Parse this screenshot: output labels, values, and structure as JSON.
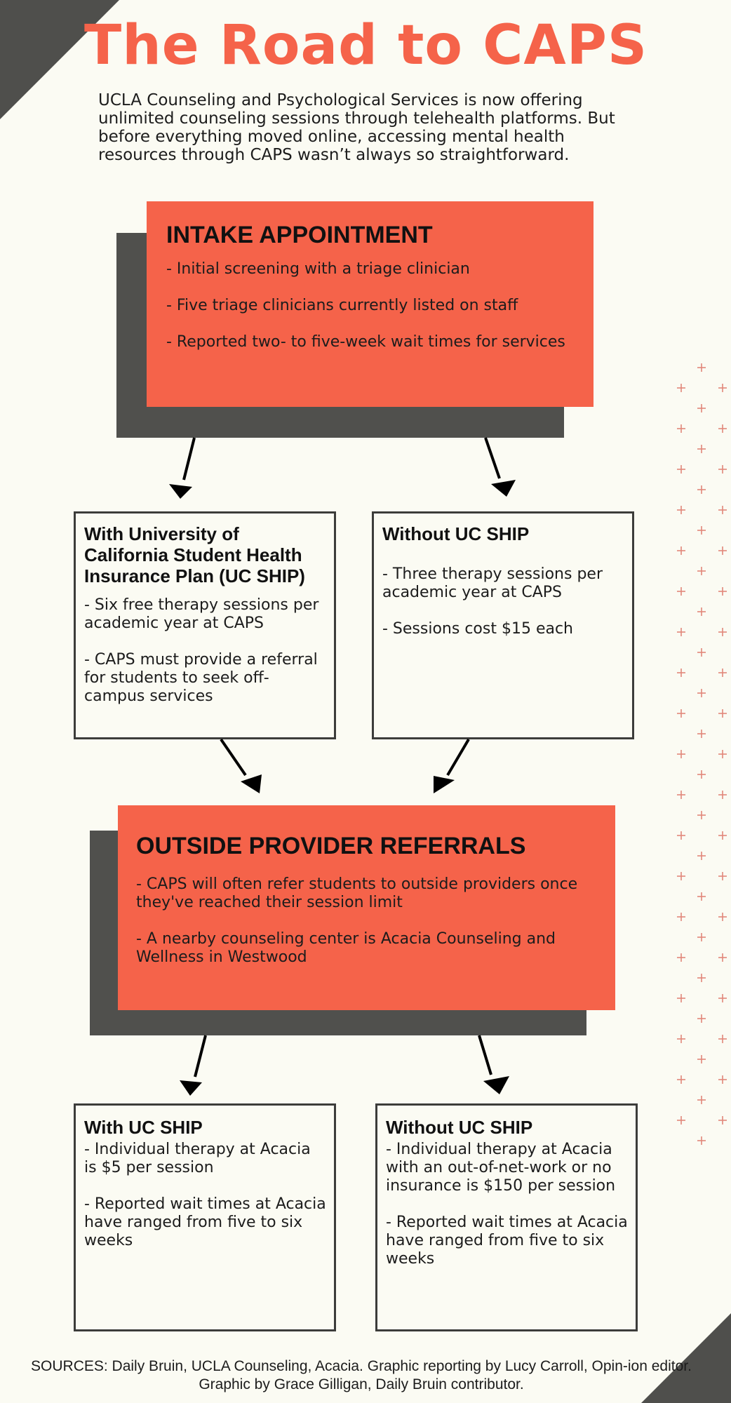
{
  "title": "The Road to CAPS",
  "intro": "UCLA Counseling and Psychological Services is now offering unlimited counseling sessions through telehealth platforms. But before everything moved online, accessing mental health resources through CAPS wasn’t always so straightforward.",
  "intake": {
    "heading": "INTAKE APPOINTMENT",
    "items": [
      "- Initial screening with a triage clinician",
      "- Five triage clinicians currently listed on staff",
      "- Reported two- to five-week wait times for services"
    ]
  },
  "with_ship_1": {
    "heading": "With University of California Student Health Insurance Plan (UC SHIP)",
    "items": [
      "- Six free therapy sessions per academic year at CAPS",
      "- CAPS must provide a referral for students to seek off-campus services"
    ]
  },
  "without_ship_1": {
    "heading": "Without UC SHIP",
    "items": [
      "- Three therapy sessions per academic year at CAPS",
      "- Sessions cost $15 each"
    ]
  },
  "referrals": {
    "heading": "OUTSIDE PROVIDER REFERRALS",
    "items": [
      "- CAPS will often refer students to outside providers once they've reached their session limit",
      "- A nearby counseling center is Acacia Counseling and Wellness in Westwood"
    ]
  },
  "with_ship_2": {
    "heading": "With UC SHIP",
    "items": [
      "- Individual therapy at Acacia is $5 per session",
      "- Reported wait times at Acacia have ranged from five to six weeks"
    ]
  },
  "without_ship_2": {
    "heading": "Without UC SHIP",
    "items": [
      "- Individual therapy at Acacia with an out-of-net-work or no insurance is $150 per session",
      "- Reported wait times at Acacia have ranged from five to six weeks"
    ]
  },
  "sources": "SOURCES: Daily Bruin, UCLA Counseling, Acacia. Graphic reporting by Lucy Carroll, Opin-ion editor. Graphic by Grace Gilligan, Daily Bruin contributor.",
  "colors": {
    "accent": "#f5634a",
    "dark": "#4f4f4c",
    "background": "#fbfbf3",
    "pattern": "#e2877a"
  }
}
